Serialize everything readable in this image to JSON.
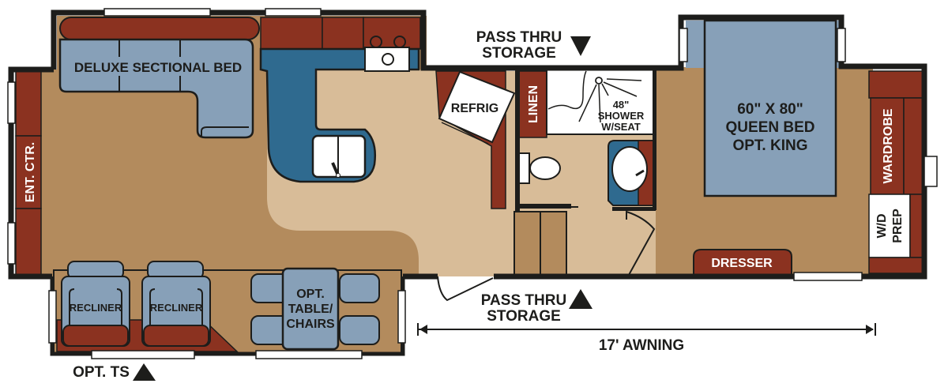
{
  "colors": {
    "wall": "#1d1d1b",
    "carpet": "#b38b5d",
    "linoleum": "#d8bc98",
    "cabinet": "#8b3220",
    "upholstery": "#87a0b8",
    "counter": "#2f6a8f",
    "fixture": "#ffffff"
  },
  "rooms": {
    "sectional": "DELUXE SECTIONAL BED",
    "ent_ctr": "ENT. CTR.",
    "refrig": "REFRIG",
    "linen": "LINEN",
    "shower": [
      "48\"",
      "SHOWER",
      "W/SEAT"
    ],
    "bed": [
      "60\" X 80\"",
      "QUEEN BED",
      "OPT. KING"
    ],
    "wardrobe": "WARDROBE",
    "wd_prep": [
      "W/D",
      "PREP"
    ],
    "dresser": "DRESSER",
    "recliner_1": "RECLINER",
    "recliner_2": "RECLINER",
    "table": [
      "OPT.",
      "TABLE/",
      "CHAIRS"
    ]
  },
  "exterior": {
    "pass_thru_top": [
      "PASS THRU",
      "STORAGE"
    ],
    "pass_thru_bottom": [
      "PASS THRU",
      "STORAGE"
    ],
    "opt_ts": "OPT. TS",
    "awning": "17' AWNING"
  }
}
